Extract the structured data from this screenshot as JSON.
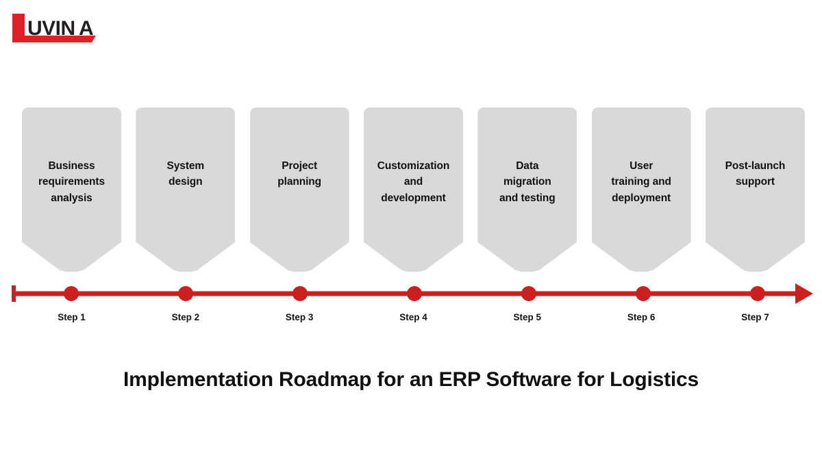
{
  "brand": {
    "name": "UVINA",
    "logo_mark": "l-corner-mark",
    "mark_color": "#E01F26",
    "text_color": "#231f20"
  },
  "theme": {
    "background": "#ffffff",
    "card_fill": "#d9d9d9",
    "accent_red": "#cc2020",
    "text_color": "#111111"
  },
  "title": "Implementation Roadmap for an ERP Software for Logistics",
  "timeline": {
    "start_cap": "vertical-bar",
    "end_cap": "arrow-head",
    "line_color": "#cc2020",
    "marker_color": "#cc2020",
    "marker_count": 7
  },
  "steps": [
    {
      "number": "Step 1",
      "label": "Business\nrequirements\nanalysis"
    },
    {
      "number": "Step 2",
      "label": "System\ndesign"
    },
    {
      "number": "Step 3",
      "label": "Project\nplanning"
    },
    {
      "number": "Step 4",
      "label": "Customization\nand\ndevelopment"
    },
    {
      "number": "Step 5",
      "label": "Data\nmigration\nand testing"
    },
    {
      "number": "Step 6",
      "label": "User\ntraining and\ndeployment"
    },
    {
      "number": "Step 7",
      "label": "Post-launch\nsupport"
    }
  ]
}
